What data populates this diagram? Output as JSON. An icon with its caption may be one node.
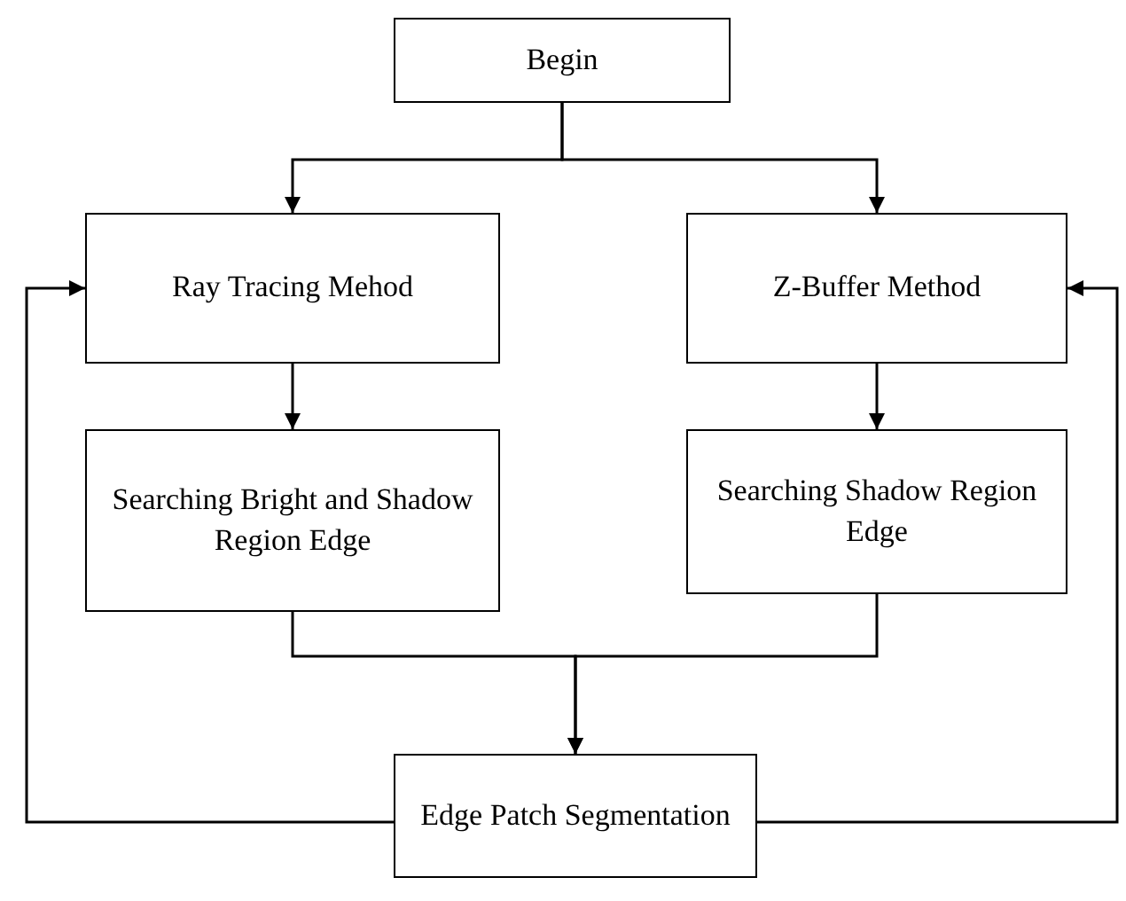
{
  "diagram": {
    "nodes": [
      {
        "text": [
          "Begin"
        ]
      },
      {
        "text": [
          "Ray Tracing Mehod"
        ]
      },
      {
        "text": [
          "Z-Buffer Method"
        ]
      },
      {
        "text": [
          "Searching Bright and Shadow Region Edge"
        ]
      },
      {
        "text": [
          "Searching Shadow Region Edge"
        ]
      },
      {
        "text": [
          "Edge Patch Segmentation"
        ]
      }
    ],
    "edges": [
      {
        "from": 0,
        "to": 1,
        "arrow": "to"
      },
      {
        "from": 0,
        "to": 2,
        "arrow": "to"
      },
      {
        "from": 1,
        "to": 3,
        "arrow": "to"
      },
      {
        "from": 2,
        "to": 4,
        "arrow": "to"
      },
      {
        "from": 3,
        "to": 5,
        "arrow": "to"
      },
      {
        "from": 4,
        "to": 5,
        "arrow": "to"
      },
      {
        "from": 5,
        "to": 1,
        "arrow": "to"
      },
      {
        "from": 5,
        "to": 2,
        "arrow": "to"
      }
    ]
  }
}
